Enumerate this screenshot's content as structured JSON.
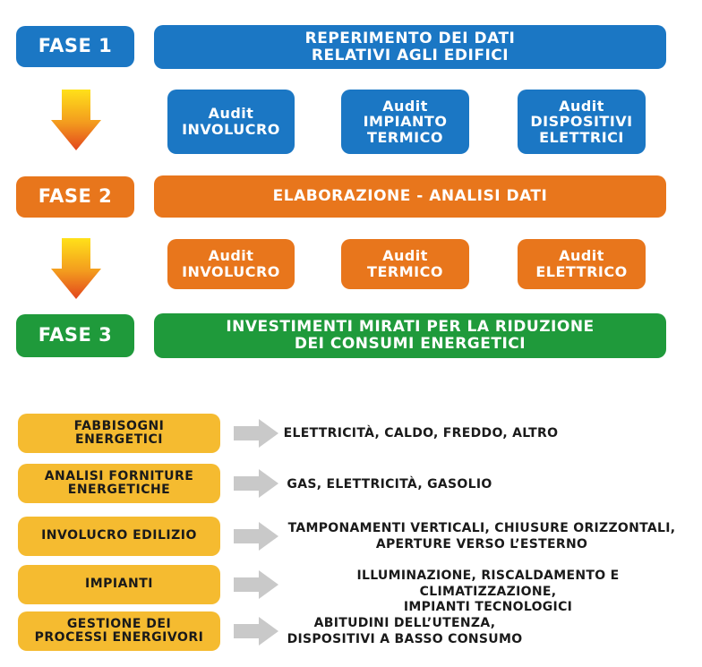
{
  "phases": {
    "fase1": "FASE 1",
    "fase1_bar": "REPERIMENTO DEI DATI\nRELATIVI AGLI EDIFICI",
    "fase1_audits": [
      "Audit\nINVOLUCRO",
      "Audit\nIMPIANTO\nTERMICO",
      "Audit\nDISPOSITIVI\nELETTRICI"
    ],
    "fase2": "FASE 2",
    "fase2_bar": "ELABORAZIONE - ANALISI DATI",
    "fase2_audits": [
      "Audit\nINVOLUCRO",
      "Audit\nTERMICO",
      "Audit\nELETTRICO"
    ],
    "fase3": "FASE 3",
    "fase3_bar": "INVESTIMENTI MIRATI PER LA RIDUZIONE\nDEI CONSUMI ENERGETICI"
  },
  "items": [
    {
      "label": "FABBISOGNI\nENERGETICI",
      "desc": "ELETTRICITÀ, CALDO, FREDDO, ALTRO"
    },
    {
      "label": "ANALISI FORNITURE\nENERGETICHE",
      "desc": "GAS, ELETTRICITÀ, GASOLIO"
    },
    {
      "label": "INVOLUCRO EDILIZIO",
      "desc": "TAMPONAMENTI VERTICALI, CHIUSURE ORIZZONTALI,\nAPERTURE VERSO L’ESTERNO"
    },
    {
      "label": "IMPIANTI",
      "desc": "ILLUMINAZIONE, RISCALDAMENTO E CLIMATIZZAZIONE,\nIMPIANTI TECNOLOGICI"
    },
    {
      "label": "GESTIONE DEI\nPROCESSI ENERGIVORI",
      "desc": "ABITUDINI DELL’UTENZA,\nDISPOSITIVI A BASSO CONSUMO"
    }
  ],
  "colors": {
    "blue": "#1b77c4",
    "orange": "#e8761c",
    "green": "#1f9a3b",
    "yellow": "#f5bb30",
    "grey_arrow": "#c9c9c9"
  }
}
